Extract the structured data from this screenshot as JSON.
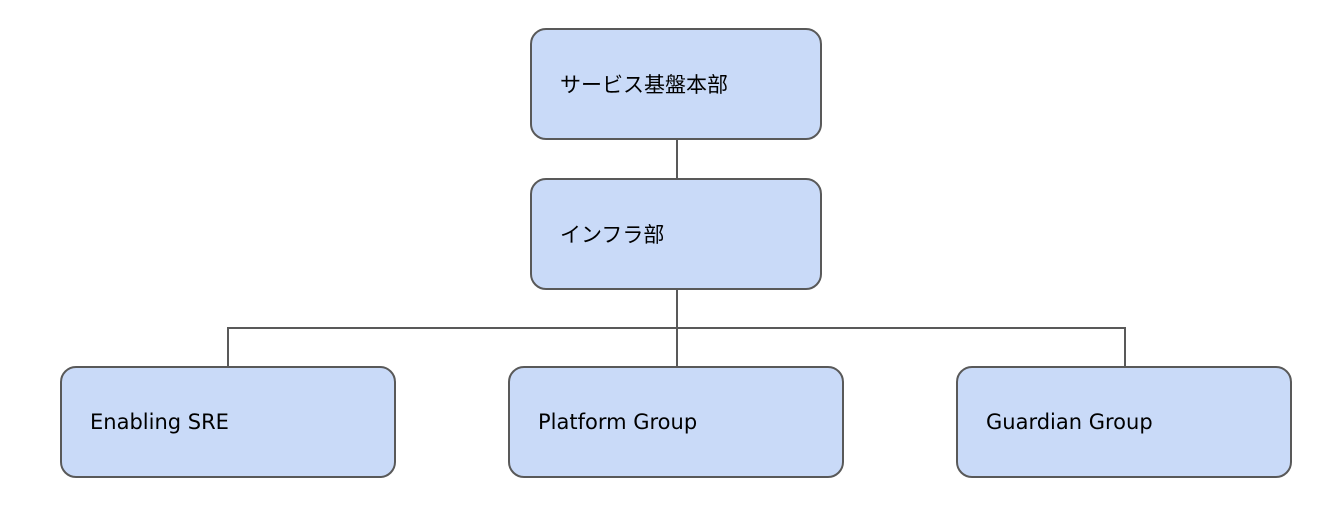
{
  "colors": {
    "node_fill": "#c9daf8",
    "node_border": "#595959",
    "connector": "#595959",
    "background": "#ffffff"
  },
  "org_chart": {
    "root": {
      "label": "サービス基盤本部"
    },
    "department": {
      "label": "インフラ部"
    },
    "groups": [
      {
        "label": "Enabling SRE"
      },
      {
        "label": "Platform Group"
      },
      {
        "label": "Guardian Group"
      }
    ]
  }
}
